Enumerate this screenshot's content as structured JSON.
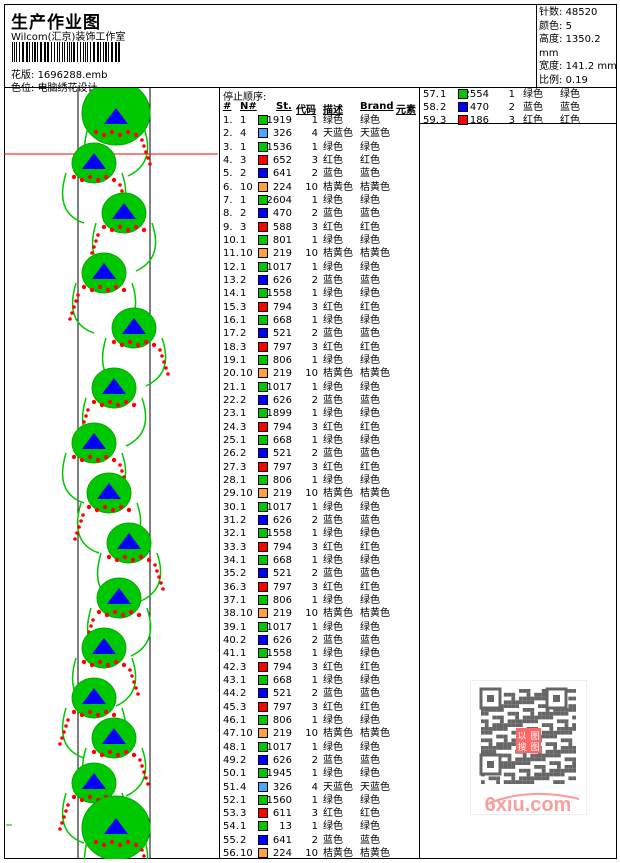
{
  "header": {
    "title": "生产作业图",
    "studio": "Wilcom(汇京)装饰工作室",
    "file_label": "花版:",
    "file_name": "1696288.emb",
    "colorpos_label": "色位:",
    "colorpos_value": "电脑绣花设计"
  },
  "info": [
    {
      "label": "针数:",
      "value": "48520"
    },
    {
      "label": "颜色:",
      "value": "5"
    },
    {
      "label": "高度:",
      "value": "1350.2 mm"
    },
    {
      "label": "宽度:",
      "value": "141.2 mm"
    },
    {
      "label": "比例:",
      "value": "0.19"
    }
  ],
  "table": {
    "stop_sequence_label": "停止顺序:",
    "columns": {
      "idx": "#",
      "needle": "N#",
      "stitches": "St.",
      "code": "代码",
      "desc": "描述",
      "brand": "Brand",
      "element": "元素"
    }
  },
  "colors": {
    "1": {
      "name": "绿色",
      "hex": "#00c800"
    },
    "2": {
      "name": "蓝色",
      "hex": "#0000ff"
    },
    "3": {
      "name": "红色",
      "hex": "#ff0000"
    },
    "4": {
      "name": "天蓝色",
      "hex": "#4ca6ff"
    },
    "10": {
      "name": "桔黄色",
      "hex": "#ff9f40"
    }
  },
  "rows": [
    [
      1,
      1919
    ],
    [
      4,
      326
    ],
    [
      1,
      1536
    ],
    [
      3,
      652
    ],
    [
      2,
      641
    ],
    [
      10,
      224
    ],
    [
      1,
      2604
    ],
    [
      2,
      470
    ],
    [
      3,
      588
    ],
    [
      1,
      801
    ],
    [
      10,
      219
    ],
    [
      1,
      1017
    ],
    [
      2,
      626
    ],
    [
      1,
      1558
    ],
    [
      3,
      794
    ],
    [
      1,
      668
    ],
    [
      2,
      521
    ],
    [
      3,
      797
    ],
    [
      1,
      806
    ],
    [
      10,
      219
    ],
    [
      1,
      1017
    ],
    [
      2,
      626
    ],
    [
      1,
      1899
    ],
    [
      3,
      794
    ],
    [
      1,
      668
    ],
    [
      2,
      521
    ],
    [
      3,
      797
    ],
    [
      1,
      806
    ],
    [
      10,
      219
    ],
    [
      1,
      1017
    ],
    [
      2,
      626
    ],
    [
      1,
      1558
    ],
    [
      3,
      794
    ],
    [
      1,
      668
    ],
    [
      2,
      521
    ],
    [
      3,
      797
    ],
    [
      1,
      806
    ],
    [
      10,
      219
    ],
    [
      1,
      1017
    ],
    [
      2,
      626
    ],
    [
      1,
      1558
    ],
    [
      3,
      794
    ],
    [
      1,
      668
    ],
    [
      2,
      521
    ],
    [
      3,
      797
    ],
    [
      1,
      806
    ],
    [
      10,
      219
    ],
    [
      1,
      1017
    ],
    [
      2,
      626
    ],
    [
      1,
      1945
    ],
    [
      4,
      326
    ],
    [
      1,
      1560
    ],
    [
      3,
      611
    ],
    [
      1,
      13
    ],
    [
      2,
      641
    ],
    [
      10,
      224
    ],
    [
      1,
      2554
    ],
    [
      2,
      470
    ],
    [
      3,
      186
    ]
  ],
  "watermark": {
    "site": "6xiu.com",
    "seal": "以图搜图"
  }
}
